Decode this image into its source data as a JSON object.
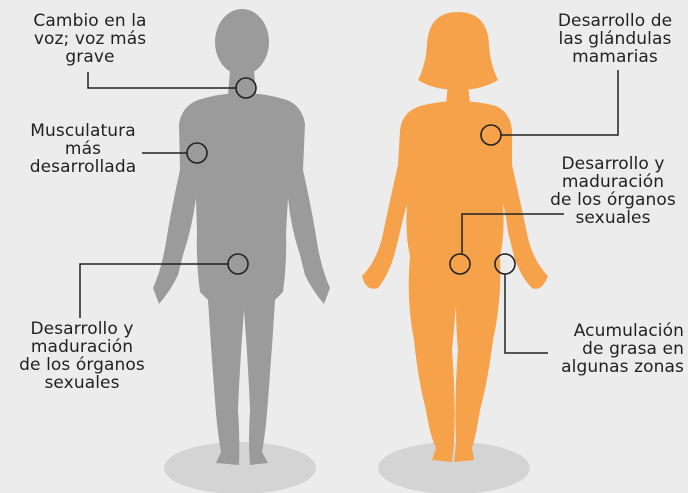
{
  "colors": {
    "background": "#ececec",
    "male_figure": "#9b9b9b",
    "female_figure": "#f6a24a",
    "shadow": "#d4d4d4",
    "leader_line": "#222222"
  },
  "figures": {
    "male": {
      "icon": "male-silhouette"
    },
    "female": {
      "icon": "female-silhouette"
    }
  },
  "male_labels": {
    "voice": "Cambio en la\nvoz; voz más\ngrave",
    "muscles": "Musculatura\nmás\ndesarrollada",
    "organs": "Desarrollo y\nmaduración\nde los órganos\nsexuales"
  },
  "female_labels": {
    "breasts": "Desarrollo de\nlas glándulas\nmamarias",
    "organs": "Desarrollo y\nmaduración\nde los órganos\nsexuales",
    "fat": "Acumulación\nde grasa en\nalgunas zonas"
  }
}
